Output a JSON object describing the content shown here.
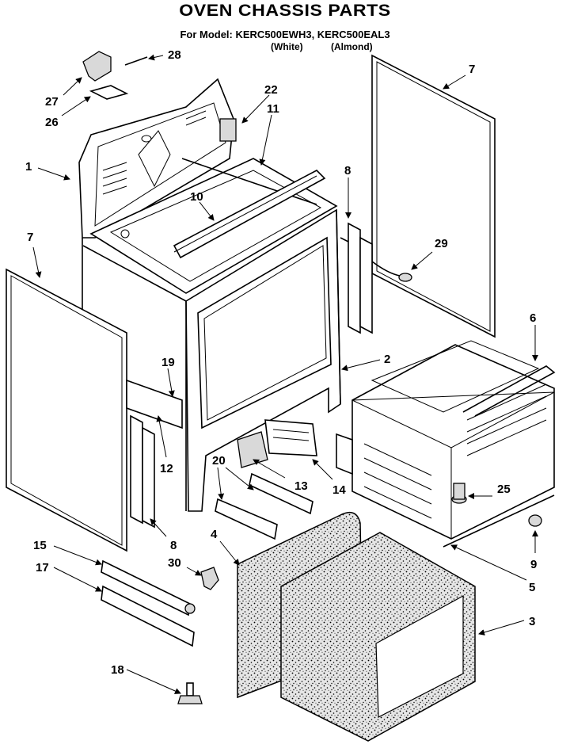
{
  "header": {
    "title": "OVEN CHASSIS PARTS",
    "model_line": "For Model: KERC500EWH3, KERC500EAL3",
    "variants": [
      "(White)",
      "(Almond)"
    ]
  },
  "part_numbers": {
    "p1": "1",
    "p2": "2",
    "p3": "3",
    "p4": "4",
    "p5": "5",
    "p6": "6",
    "p7a": "7",
    "p7b": "7",
    "p8a": "8",
    "p8b": "8",
    "p9": "9",
    "p10": "10",
    "p11": "11",
    "p12": "12",
    "p13": "13",
    "p14": "14",
    "p15": "15",
    "p17": "17",
    "p18": "18",
    "p19": "19",
    "p20": "20",
    "p22": "22",
    "p25": "25",
    "p26": "26",
    "p27": "27",
    "p28": "28",
    "p29": "29",
    "p30": "30"
  }
}
